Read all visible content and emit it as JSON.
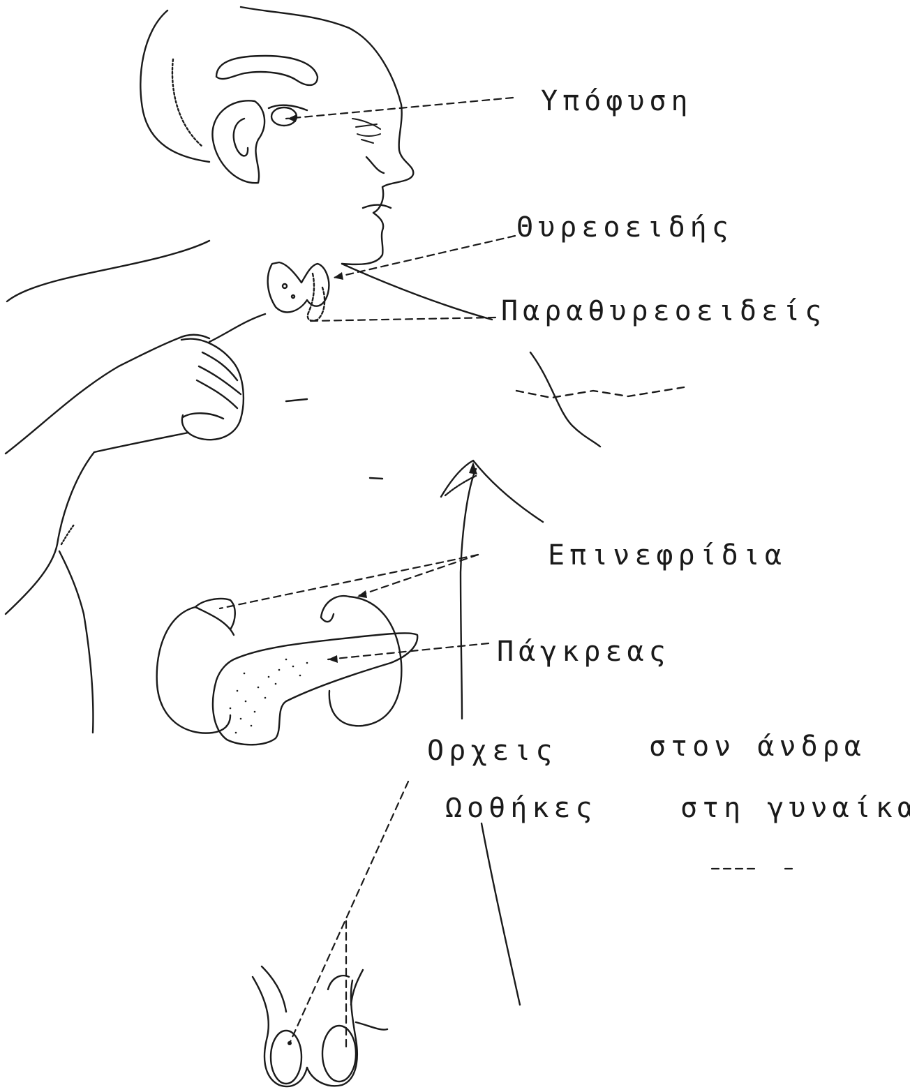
{
  "labels": {
    "pituitary": "Υπόφυση",
    "thyroid": "Θυρεοειδής",
    "parathyroid": "Παραθυρεοειδείς",
    "adrenal": "Επινεφρίδια",
    "pancreas": "Πάγκρεας",
    "testes": "Ορχεις",
    "in_man": "στον άνδρα",
    "ovaries": "Ωοθήκες",
    "in_woman": "στη γυναίκα"
  },
  "colors": {
    "ink": "#1a1a1a",
    "background": "#ffffff"
  }
}
